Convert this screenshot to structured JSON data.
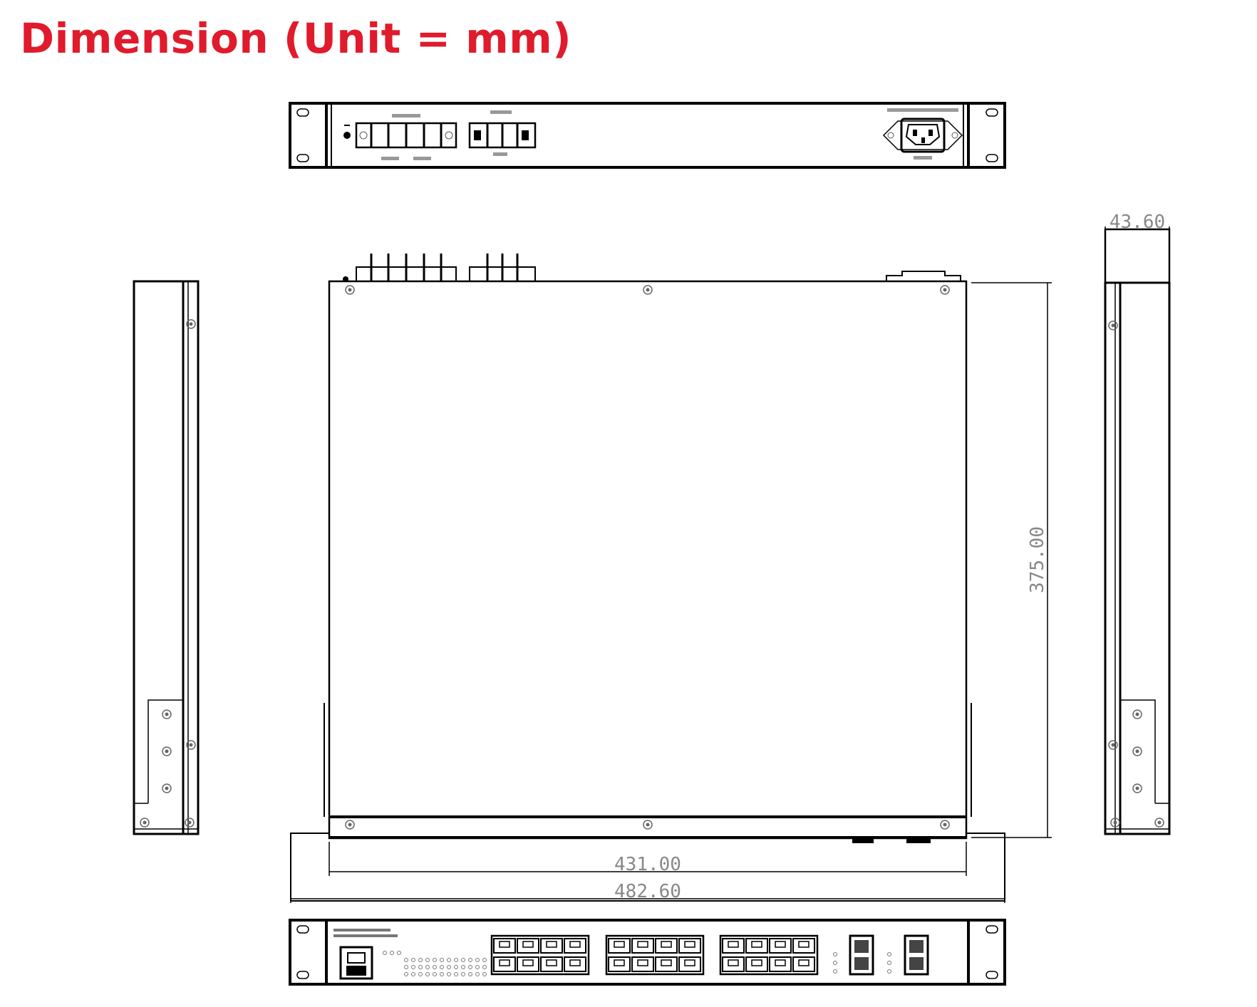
{
  "page": {
    "title": "Dimension (Unit = mm)"
  },
  "colors": {
    "title": "#e01b2c",
    "line": "#000000",
    "dimension": "#888888"
  },
  "dimensions": {
    "height": "43.60",
    "depth": "375.00",
    "body_width": "431.00",
    "overall_width": "482.60"
  }
}
